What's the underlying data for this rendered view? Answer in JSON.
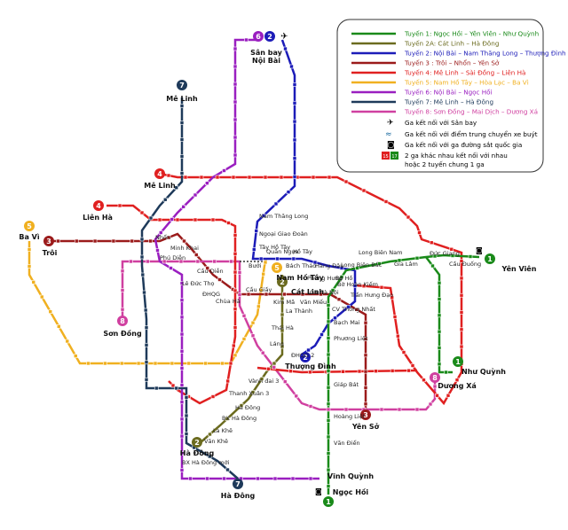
{
  "lines": [
    {
      "id": "1",
      "color": "#1a8a1a",
      "legend": "Tuyến 1: Ngọc Hồi – Yên Viên - Như Quỳnh"
    },
    {
      "id": "2A",
      "color": "#6b6b1f",
      "legend": "Tuyến 2A: Cát Linh – Hà Đông"
    },
    {
      "id": "2",
      "color": "#1c1cb8",
      "legend": "Tuyến 2: Nội Bài – Nam Thăng Long – Thượng Đình"
    },
    {
      "id": "3",
      "color": "#9b1b1b",
      "legend": "Tuyến 3 : Trôi – Nhổn – Yên Sở"
    },
    {
      "id": "4",
      "color": "#e02020",
      "legend": "Tuyến 4: Mê Linh – Sài Đồng – Liên Hà"
    },
    {
      "id": "5",
      "color": "#f0b020",
      "legend": "Tuyến 5: Nam Hồ Tây – Hòa Lạc – Ba Vì"
    },
    {
      "id": "6",
      "color": "#9a1fc0",
      "legend": "Tuyến 6: Nội Bài – Ngọc Hồi"
    },
    {
      "id": "7",
      "color": "#1e3a5a",
      "legend": "Tuyến 7: Mê Linh – Hà Đông"
    },
    {
      "id": "8",
      "color": "#d040a0",
      "legend": "Tuyến 8: Sơn Đồng – Mai Dịch – Dương Xá"
    }
  ],
  "legend_symbols": {
    "airport": "Ga kết nối với Sân bay",
    "bus": "Ga kết nối với điểm trung chuyển xe buýt",
    "rail": "Ga kết nối với ga đường sắt quốc gia",
    "transfer_line1": "2 ga khác nhau kết nối với nhau",
    "transfer_line2": "hoặc 2 tuyến chung 1 ga",
    "transfer_a": "15",
    "transfer_b": "17"
  },
  "terminals": {
    "san_bay_1": "Sân bay",
    "san_bay_2": "Nội Bài",
    "me_linh_top": "Mê Linh",
    "me_linh_mid": "Mê Linh",
    "lien_ha": "Liên Hà",
    "ba_vi": "Ba Vì",
    "troi": "Trôi",
    "son_dong": "Sơn Đồng",
    "nam_ho_tay": "Nam Hồ Tây",
    "cat_linh": "Cát Linh",
    "thuong_dinh": "Thượng Đình",
    "yen_vien": "Yên Viên",
    "nhu_quynh": "Như Quỳnh",
    "duong_xa": "Dương Xá",
    "yen_so": "Yên Sở",
    "ha_dong_2a": "Hà Đông",
    "ha_dong_7": "Hà Đông",
    "vinh_quynh": "Vĩnh Quỳnh",
    "ngoc_hoi": "Ngọc Hồi"
  },
  "stations": {
    "nam_thang_long": "Nam Thăng Long",
    "ngoai_giao_doan": "Ngoại Giao Đoàn",
    "tay_ho_tay": "Tây Hồ Tây",
    "buoi": "Bưởi",
    "quan_ngua": "Quần Ngựa",
    "ho_tay": "Hồ Tây",
    "bach_thao": "Bách Thảo",
    "hang_dau": "Hàng Đậu",
    "long_bien_bac": "Long Biên Bắc",
    "long_bien_nam": "Long Biên Nam",
    "gia_lam": "Gia Lâm",
    "duc_giang": "Đức Giang",
    "cau_duong": "Cầu Đuống",
    "phung_hung": "Phùng Hưng",
    "bo_ho": "Bờ Hồ",
    "bo_hoan_kiem": "Bờ Hoàn Kiếm",
    "tran_hung_dao": "Trần Hưng Đạo",
    "cv_thong_nhat": "CV Thống Nhất",
    "bach_mai": "Bạch Mai",
    "phuong_liet": "Phương Liệt",
    "giap_bat": "Giáp Bát",
    "hoang_liet": "Hoàng Liệt",
    "van_dien": "Văn Điển",
    "nhon": "Nhổn",
    "minh_khai": "Minh Khai",
    "phu_dien": "Phú Diễn",
    "cau_dien": "Cầu Diễn",
    "le_duc_tho": "Lê Đức Thọ",
    "dhqg": "ĐHQG",
    "chua_ha": "Chùa Hà",
    "cau_giay": "Cầu Giấy",
    "kim_ma": "Kim Mã",
    "van_mieu": "Văn Miếu",
    "ga_ha_noi": "Ga Hà Nội",
    "la_thanh": "La Thành",
    "thai_ha": "Thái Hà",
    "lang": "Láng",
    "dhqg2": "ĐHQG 2",
    "vinh_dai_3": "Vành đai 3",
    "thanh_xuan_3": "Thanh Xuân 3",
    "ha_dong_st": "Hà Đông",
    "bx_ha_dong": "BX Hà Đông",
    "la_khe": "La Khê",
    "van_khe": "Văn Khê",
    "bx_ha_dong_moi": "BX Hà Đông mới"
  }
}
